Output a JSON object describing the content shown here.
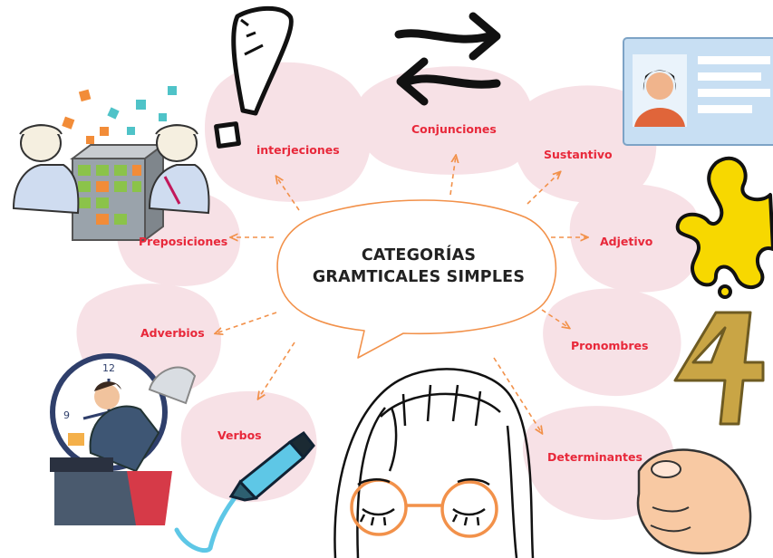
{
  "center": {
    "line1": "CATEGORÍAS",
    "line2": "GRAMTICALES SIMPLES"
  },
  "categories": [
    {
      "id": "interjeciones",
      "label": "interjeciones"
    },
    {
      "id": "conjunciones",
      "label": "Conjunciones"
    },
    {
      "id": "sustantivo",
      "label": "Sustantivo"
    },
    {
      "id": "preposiciones",
      "label": "Preposiciones"
    },
    {
      "id": "adjetivo",
      "label": "Adjetivo"
    },
    {
      "id": "adverbios",
      "label": "Adverbios"
    },
    {
      "id": "pronombres",
      "label": "Pronombres"
    },
    {
      "id": "verbos",
      "label": "Verbos"
    },
    {
      "id": "determinantes",
      "label": "Determinantes"
    }
  ],
  "clock": {
    "n12": "12",
    "n9": "9"
  },
  "digit": "4",
  "colors": {
    "label": "#e8283a",
    "arrow": "#f2914a",
    "bubble": "#f7e1e6",
    "title": "#222222",
    "yellow": "#f7d800",
    "badge_bg": "#c8dff3"
  }
}
